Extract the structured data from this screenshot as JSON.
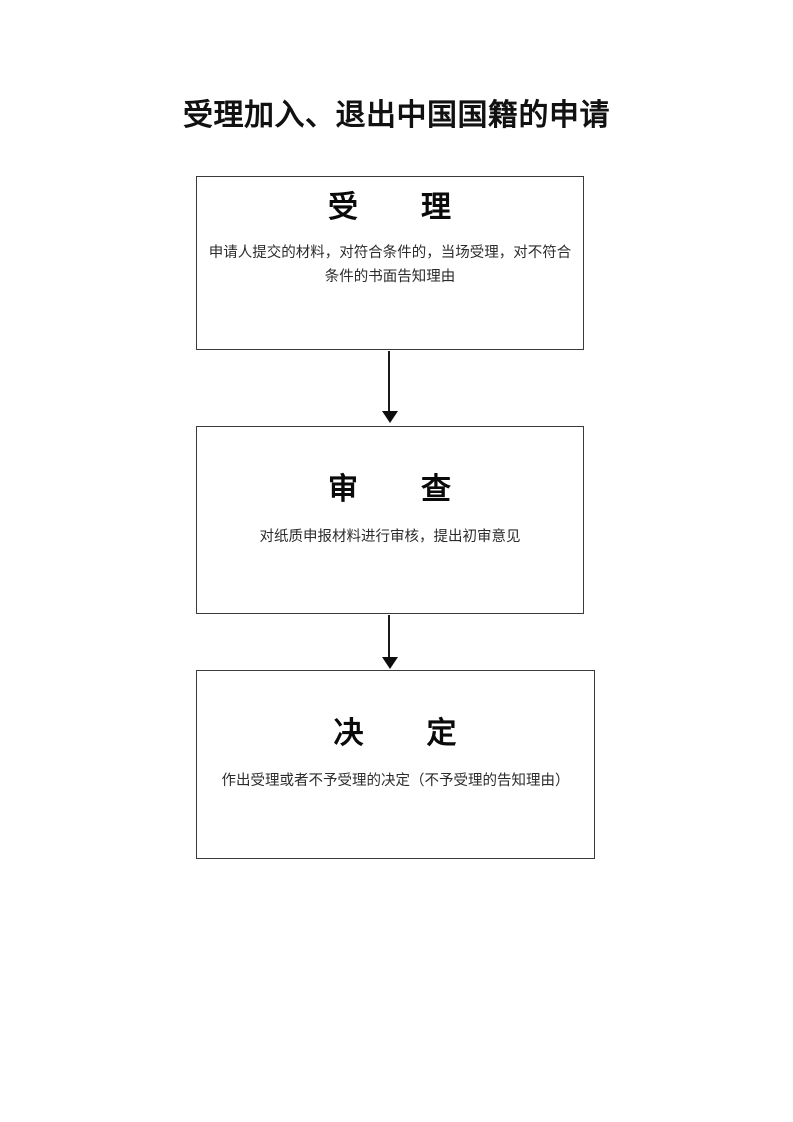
{
  "document": {
    "title": "受理加入、退出中国国籍的申请"
  },
  "flowchart": {
    "type": "vertical-process-flow",
    "steps": [
      {
        "id": "accept",
        "heading": "受　　理",
        "body": "申请人提交的材料，对符合条件的，当场受理，对不符合条件的书面告知理由"
      },
      {
        "id": "review",
        "heading": "审　　查",
        "body": "对纸质申报材料进行审核，提出初审意见"
      },
      {
        "id": "decision",
        "heading": "决　　定",
        "body": "作出受理或者不予受理的决定（不予受理的告知理由）"
      }
    ],
    "connectors": [
      {
        "id": "accept-to-review",
        "from": "accept",
        "to": "review",
        "direction": "down"
      },
      {
        "id": "review-to-decision",
        "from": "review",
        "to": "decision",
        "direction": "down"
      }
    ]
  },
  "colors": {
    "page_background": "#ffffff",
    "box_border": "#3a3a3a",
    "heading_text": "#0a0a0a",
    "body_text": "#2b2b2b",
    "arrow": "#0d0d0d"
  }
}
